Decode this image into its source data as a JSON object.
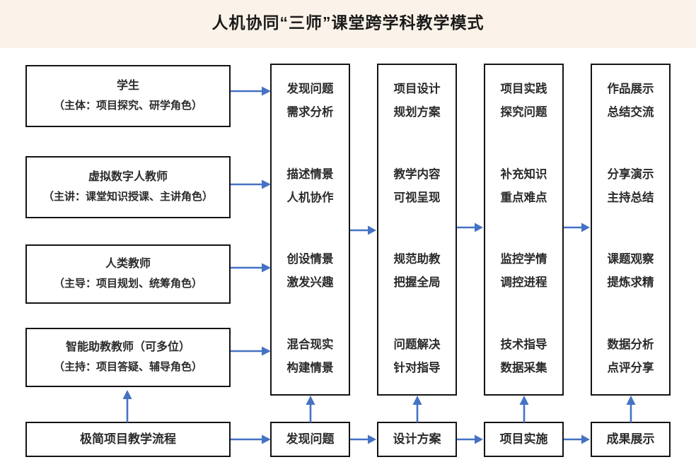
{
  "page": {
    "title": "人机协同“三师”课堂跨学科教学模式",
    "title_band_color": "#fbf3e9",
    "arrow_color": "#4472c4",
    "box_border_color": "#141414",
    "background": "#ffffff"
  },
  "roles": [
    {
      "name": "学生",
      "subtitle": "（主体：项目探究、研学角色）"
    },
    {
      "name": "虚拟数字人教师",
      "subtitle": "（主讲：课堂知识授课、主讲角色）"
    },
    {
      "name": "人类教师",
      "subtitle": "（主导：项目规划、统筹角色）"
    },
    {
      "name": "智能助教教师（可多位）",
      "subtitle": "（主持：项目答疑、辅导角色）"
    }
  ],
  "process_label": "极简项目教学流程",
  "stages": [
    {
      "groups": [
        [
          "发现问题",
          "需求分析"
        ],
        [
          "描述情景",
          "人机协作"
        ],
        [
          "创设情景",
          "激发兴趣"
        ],
        [
          "混合现实",
          "构建情景"
        ]
      ]
    },
    {
      "groups": [
        [
          "项目设计",
          "规划方案"
        ],
        [
          "教学内容",
          "可视呈现"
        ],
        [
          "规范助教",
          "把握全局"
        ],
        [
          "问题解决",
          "针对指导"
        ]
      ]
    },
    {
      "groups": [
        [
          "项目实践",
          "探究问题"
        ],
        [
          "补充知识",
          "重点难点"
        ],
        [
          "监控学情",
          "调控进程"
        ],
        [
          "技术指导",
          "数据采集"
        ]
      ]
    },
    {
      "groups": [
        [
          "作品展示",
          "总结交流"
        ],
        [
          "分享演示",
          "主持总结"
        ],
        [
          "课题观察",
          "提炼求精"
        ],
        [
          "数据分析",
          "点评分享"
        ]
      ]
    }
  ],
  "bottom_flow": [
    "发现问题",
    "设计方案",
    "项目实施",
    "成果展示"
  ]
}
